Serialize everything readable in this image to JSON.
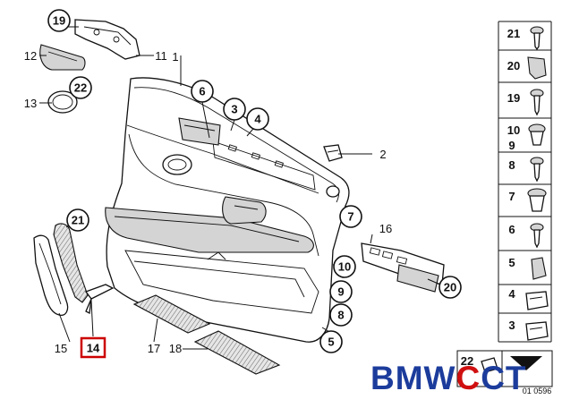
{
  "diagram": {
    "callouts": {
      "p1": "1",
      "p2": "2",
      "p3": "3",
      "p4": "4",
      "p5": "5",
      "p6": "6",
      "p7": "7",
      "p8": "8",
      "p9": "9",
      "p10": "10",
      "p11": "11",
      "p12": "12",
      "p13": "13",
      "p14": "14",
      "p15": "15",
      "p16": "16",
      "p17": "17",
      "p18": "18",
      "p19": "19",
      "p20": "20",
      "p21": "21",
      "p22": "22"
    },
    "sidebar": [
      "21",
      "20",
      "19",
      "10",
      "9",
      "8",
      "7",
      "6",
      "5",
      "4",
      "3"
    ],
    "bottom_box": "22",
    "ref_code": "01 0596",
    "highlighted_part": "14",
    "highlight_color": "#cc0000"
  },
  "watermark": {
    "part1": "BMW",
    "part2": "C",
    "part3": "CT",
    "color_blue": "#1c3c9c",
    "color_red": "#d01010"
  }
}
